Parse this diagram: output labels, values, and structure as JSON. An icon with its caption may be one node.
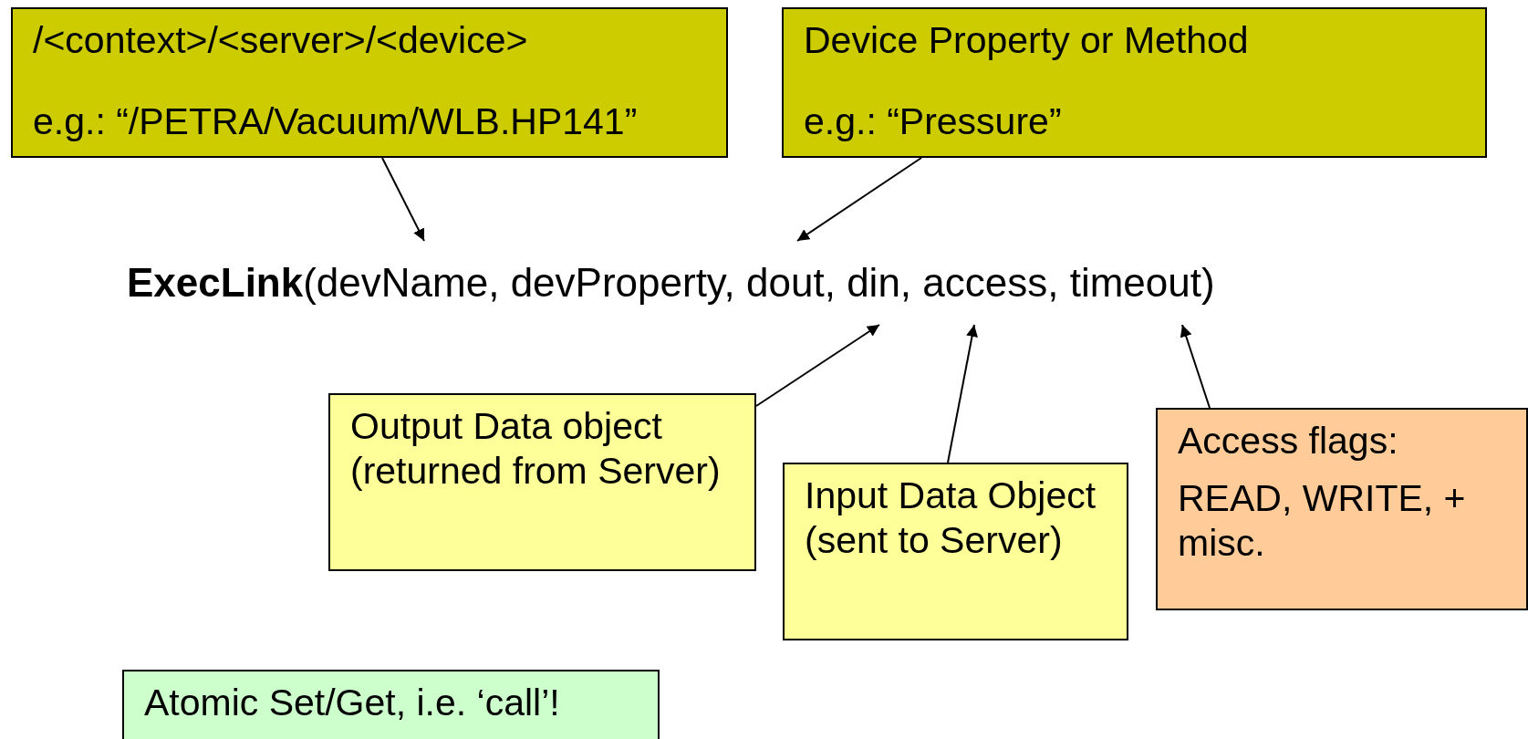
{
  "diagram": {
    "nodes": [
      {
        "text": [
          "/<context>/<server>/<device>",
          "e.g.: “/PETRA/Vacuum/WLB.HP141”"
        ]
      },
      {
        "text": [
          "Device Property or Method",
          "e.g.: “Pressure”"
        ]
      },
      {
        "text": [
          "**ExecLink**(devName, devProperty, dout, din, access, timeout)"
        ]
      },
      {
        "text": [
          "Output Data object (returned from Server)"
        ]
      },
      {
        "text": [
          "Input Data Object (sent to Server)"
        ]
      },
      {
        "text": [
          "Access flags:",
          "READ, WRITE, + misc."
        ]
      },
      {
        "text": [
          "Atomic Set/Get, i.e. ‘call’!"
        ]
      }
    ],
    "edges": [
      {
        "from": 0,
        "to": 2,
        "arrow": "to"
      },
      {
        "from": 1,
        "to": 2,
        "arrow": "to"
      },
      {
        "from": 3,
        "to": 2,
        "arrow": "to"
      },
      {
        "from": 4,
        "to": 2,
        "arrow": "to"
      },
      {
        "from": 5,
        "to": 2,
        "arrow": "to"
      }
    ]
  }
}
